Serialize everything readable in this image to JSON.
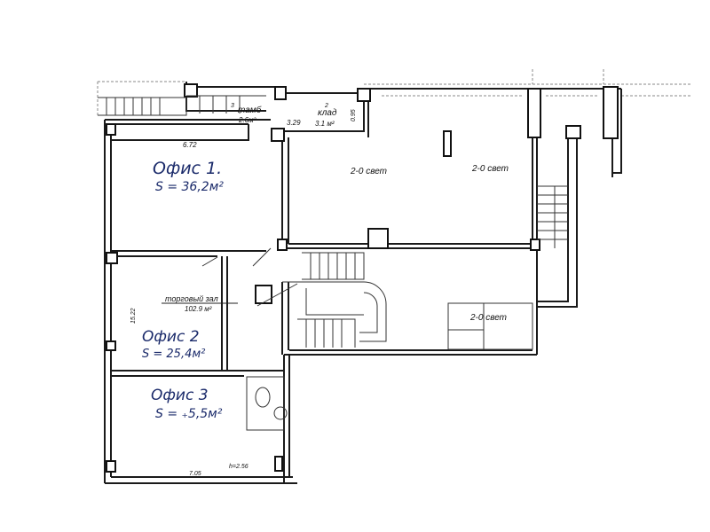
{
  "rooms": {
    "office1": {
      "name": "Офис 1.",
      "area": "S = 36,2м²"
    },
    "office2": {
      "name": "Офис 2",
      "area": "S = 25,4м²"
    },
    "office3": {
      "name": "Офис 3",
      "area": "S = ₊5,5м²"
    },
    "vestibule": {
      "number": "3",
      "name": "тамб",
      "area": "2.6м²"
    },
    "storage": {
      "number": "2",
      "name": "клад",
      "area": "3.1 м²"
    },
    "trading_hall": {
      "name": "торговый зал",
      "area": "102.9 м²"
    },
    "light_well_1": "2-0 свет",
    "light_well_2": "2-0 свет",
    "light_well_3": "2-0 свет"
  },
  "dimensions": {
    "office1_width": "6.72",
    "storage_length": "3.29",
    "storage_depth": "0.95",
    "hall_length": "15.22",
    "office3_width": "7.05",
    "ceiling_height": "h=2.56"
  }
}
